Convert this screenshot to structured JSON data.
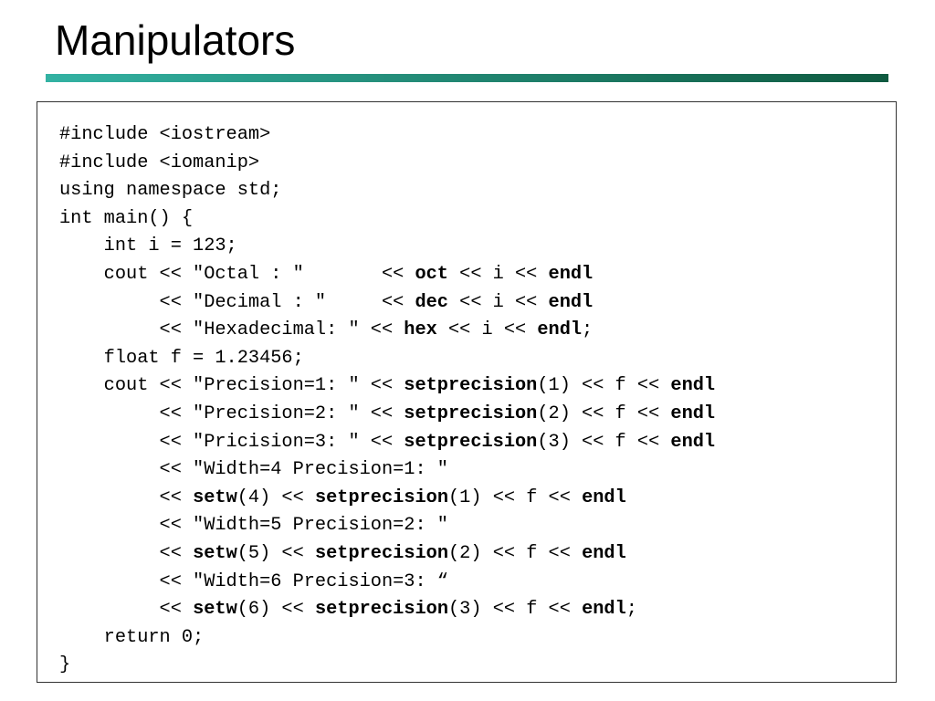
{
  "slide": {
    "title": "Manipulators"
  },
  "colors": {
    "rule_left": "#33b2a3",
    "rule_right": "#0f5a40",
    "border": "#333333"
  },
  "code_lines": [
    [
      {
        "t": "#include <iostream>",
        "b": false
      }
    ],
    [
      {
        "t": "#include <iomanip>",
        "b": false
      }
    ],
    [
      {
        "t": "using namespace std;",
        "b": false
      }
    ],
    [
      {
        "t": "int main() {",
        "b": false
      }
    ],
    [
      {
        "t": "    int i = 123;",
        "b": false
      }
    ],
    [
      {
        "t": "    cout << \"Octal : \"       << ",
        "b": false
      },
      {
        "t": "oct",
        "b": true
      },
      {
        "t": " << i << ",
        "b": false
      },
      {
        "t": "endl",
        "b": true
      }
    ],
    [
      {
        "t": "         << \"Decimal : \"     << ",
        "b": false
      },
      {
        "t": "dec",
        "b": true
      },
      {
        "t": " << i << ",
        "b": false
      },
      {
        "t": "endl",
        "b": true
      }
    ],
    [
      {
        "t": "         << \"Hexadecimal: \" << ",
        "b": false
      },
      {
        "t": "hex",
        "b": true
      },
      {
        "t": " << i << ",
        "b": false
      },
      {
        "t": "endl",
        "b": true
      },
      {
        "t": ";",
        "b": false
      }
    ],
    [
      {
        "t": "    float f = 1.23456;",
        "b": false
      }
    ],
    [
      {
        "t": "    cout << \"Precision=1: \" << ",
        "b": false
      },
      {
        "t": "setprecision",
        "b": true
      },
      {
        "t": "(1) << f << ",
        "b": false
      },
      {
        "t": "endl",
        "b": true
      }
    ],
    [
      {
        "t": "         << \"Precision=2: \" << ",
        "b": false
      },
      {
        "t": "setprecision",
        "b": true
      },
      {
        "t": "(2) << f << ",
        "b": false
      },
      {
        "t": "endl",
        "b": true
      }
    ],
    [
      {
        "t": "         << \"Pricision=3: \" << ",
        "b": false
      },
      {
        "t": "setprecision",
        "b": true
      },
      {
        "t": "(3) << f << ",
        "b": false
      },
      {
        "t": "endl",
        "b": true
      }
    ],
    [
      {
        "t": "         << \"Width=4 Precision=1: \"",
        "b": false
      }
    ],
    [
      {
        "t": "         << ",
        "b": false
      },
      {
        "t": "setw",
        "b": true
      },
      {
        "t": "(4) << ",
        "b": false
      },
      {
        "t": "setprecision",
        "b": true
      },
      {
        "t": "(1) << f << ",
        "b": false
      },
      {
        "t": "endl",
        "b": true
      }
    ],
    [
      {
        "t": "         << \"Width=5 Precision=2: \"",
        "b": false
      }
    ],
    [
      {
        "t": "         << ",
        "b": false
      },
      {
        "t": "setw",
        "b": true
      },
      {
        "t": "(5) << ",
        "b": false
      },
      {
        "t": "setprecision",
        "b": true
      },
      {
        "t": "(2) << f << ",
        "b": false
      },
      {
        "t": "endl",
        "b": true
      }
    ],
    [
      {
        "t": "         << \"Width=6 Precision=3: “",
        "b": false
      }
    ],
    [
      {
        "t": "         << ",
        "b": false
      },
      {
        "t": "setw",
        "b": true
      },
      {
        "t": "(6) << ",
        "b": false
      },
      {
        "t": "setprecision",
        "b": true
      },
      {
        "t": "(3) << f << ",
        "b": false
      },
      {
        "t": "endl",
        "b": true
      },
      {
        "t": ";",
        "b": false
      }
    ],
    [
      {
        "t": "    return 0;",
        "b": false
      }
    ],
    [
      {
        "t": "}",
        "b": false
      }
    ]
  ]
}
